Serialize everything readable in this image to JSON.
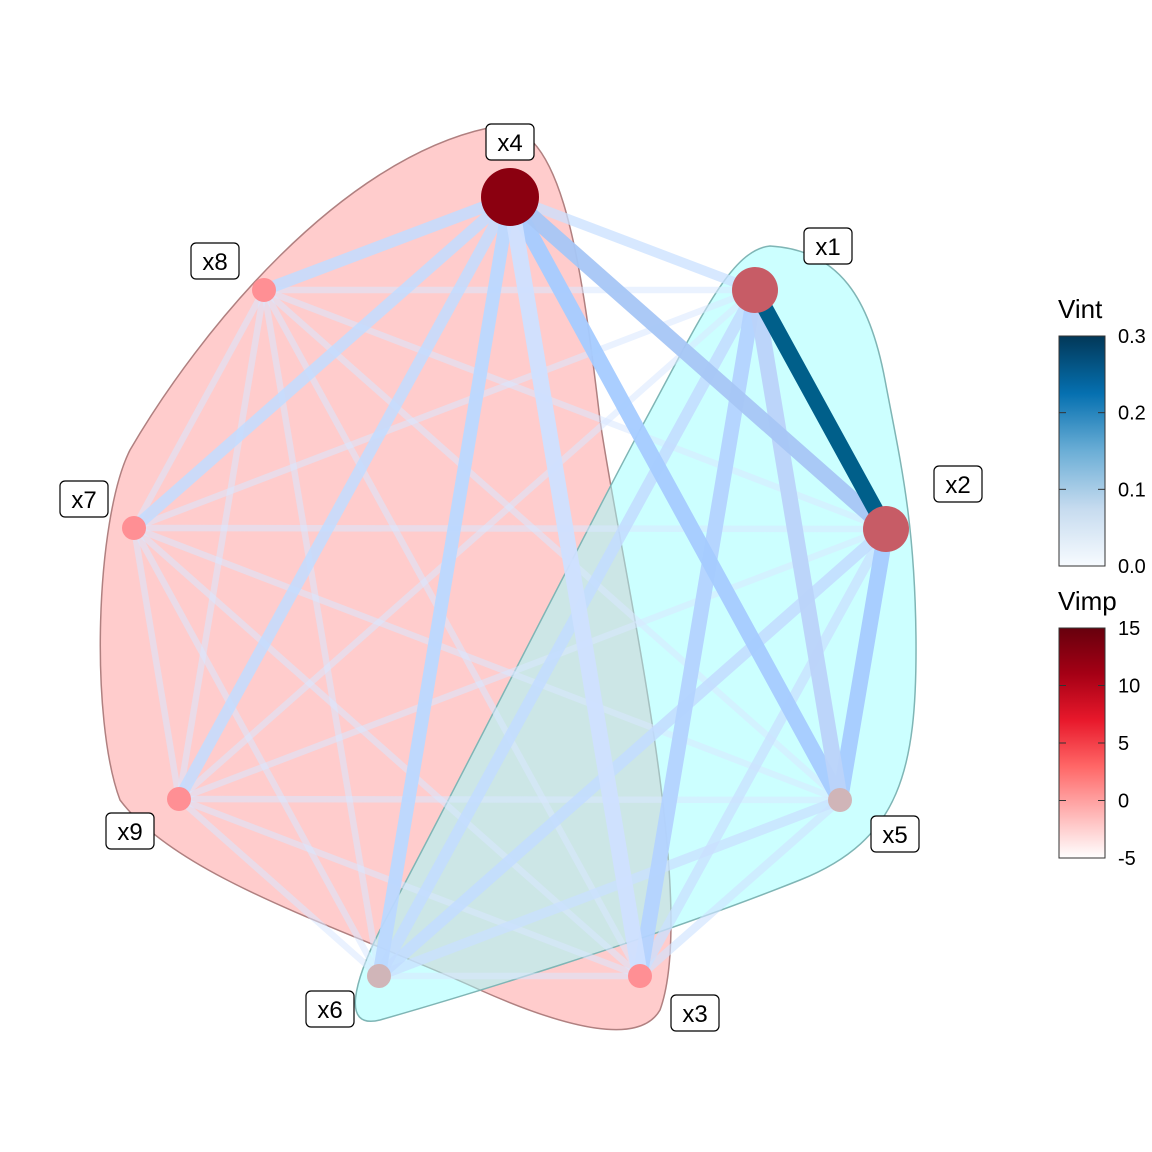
{
  "nodes": [
    {
      "id": "x1",
      "label": "x1",
      "vimp": 5
    },
    {
      "id": "x2",
      "label": "x2",
      "vimp": 5
    },
    {
      "id": "x3",
      "label": "x3",
      "vimp": 1
    },
    {
      "id": "x4",
      "label": "x4",
      "vimp": 15
    },
    {
      "id": "x5",
      "label": "x5",
      "vimp": -2
    },
    {
      "id": "x6",
      "label": "x6",
      "vimp": -2
    },
    {
      "id": "x7",
      "label": "x7",
      "vimp": 1
    },
    {
      "id": "x8",
      "label": "x8",
      "vimp": 1
    },
    {
      "id": "x9",
      "label": "x9",
      "vimp": 1
    }
  ],
  "groups": [
    {
      "id": "group-red",
      "members": [
        "x4",
        "x7",
        "x8",
        "x9",
        "x3"
      ],
      "color": "#ff9999"
    },
    {
      "id": "group-cyan",
      "members": [
        "x1",
        "x2",
        "x5",
        "x6"
      ],
      "color": "#99ffff"
    }
  ],
  "edges": [
    {
      "from": "x1",
      "to": "x2",
      "vint": 0.3
    },
    {
      "from": "x2",
      "to": "x4",
      "vint": 0.16
    },
    {
      "from": "x1",
      "to": "x5",
      "vint": 0.14
    },
    {
      "from": "x3",
      "to": "x4",
      "vint": 0.12
    },
    {
      "from": "x2",
      "to": "x5",
      "vint": 0.09
    },
    {
      "from": "x4",
      "to": "x5",
      "vint": 0.09
    },
    {
      "from": "x3",
      "to": "x1",
      "vint": 0.07
    },
    {
      "from": "x4",
      "to": "x6",
      "vint": 0.06
    },
    {
      "from": "x1",
      "to": "x4",
      "vint": 0.04
    },
    {
      "from": "x6",
      "to": "x2",
      "vint": 0.05
    },
    {
      "from": "x6",
      "to": "x1",
      "vint": 0.05
    },
    {
      "from": "x6",
      "to": "x5",
      "vint": 0.04
    },
    {
      "from": "x3",
      "to": "x2",
      "vint": 0.04
    },
    {
      "from": "x3",
      "to": "x5",
      "vint": 0.03
    },
    {
      "from": "x4",
      "to": "x9",
      "vint": 0.05
    },
    {
      "from": "x4",
      "to": "x8",
      "vint": 0.05
    },
    {
      "from": "x4",
      "to": "x7",
      "vint": 0.05
    },
    {
      "from": "x8",
      "to": "x1",
      "vint": 0.02
    },
    {
      "from": "x8",
      "to": "x2",
      "vint": 0.02
    },
    {
      "from": "x8",
      "to": "x3",
      "vint": 0.02
    },
    {
      "from": "x8",
      "to": "x5",
      "vint": 0.02
    },
    {
      "from": "x8",
      "to": "x6",
      "vint": 0.02
    },
    {
      "from": "x8",
      "to": "x7",
      "vint": 0.02
    },
    {
      "from": "x8",
      "to": "x9",
      "vint": 0.02
    },
    {
      "from": "x7",
      "to": "x1",
      "vint": 0.02
    },
    {
      "from": "x7",
      "to": "x2",
      "vint": 0.02
    },
    {
      "from": "x7",
      "to": "x3",
      "vint": 0.02
    },
    {
      "from": "x7",
      "to": "x5",
      "vint": 0.02
    },
    {
      "from": "x7",
      "to": "x6",
      "vint": 0.02
    },
    {
      "from": "x7",
      "to": "x9",
      "vint": 0.02
    },
    {
      "from": "x9",
      "to": "x1",
      "vint": 0.02
    },
    {
      "from": "x9",
      "to": "x2",
      "vint": 0.02
    },
    {
      "from": "x9",
      "to": "x3",
      "vint": 0.02
    },
    {
      "from": "x9",
      "to": "x5",
      "vint": 0.02
    },
    {
      "from": "x9",
      "to": "x6",
      "vint": 0.02
    },
    {
      "from": "x3",
      "to": "x6",
      "vint": 0.02
    }
  ],
  "legend": {
    "vint": {
      "title": "Vint",
      "ticks": [
        "0.0",
        "0.1",
        "0.2",
        "0.3"
      ],
      "tick_values": [
        0.0,
        0.1,
        0.2,
        0.3
      ],
      "range": [
        0.0,
        0.3
      ],
      "colors": [
        "#f7fbff",
        "#c6dbef",
        "#6baed6",
        "#0570b0",
        "#023858"
      ]
    },
    "vimp": {
      "title": "Vimp",
      "ticks": [
        "-5",
        "0",
        "5",
        "10",
        "15"
      ],
      "tick_values": [
        -5,
        0,
        5,
        10,
        15
      ],
      "range": [
        -5,
        15
      ],
      "colors": [
        "#ffffff",
        "#ffb3b3",
        "#ff6666",
        "#e8182b",
        "#a50015",
        "#67000d"
      ]
    }
  }
}
